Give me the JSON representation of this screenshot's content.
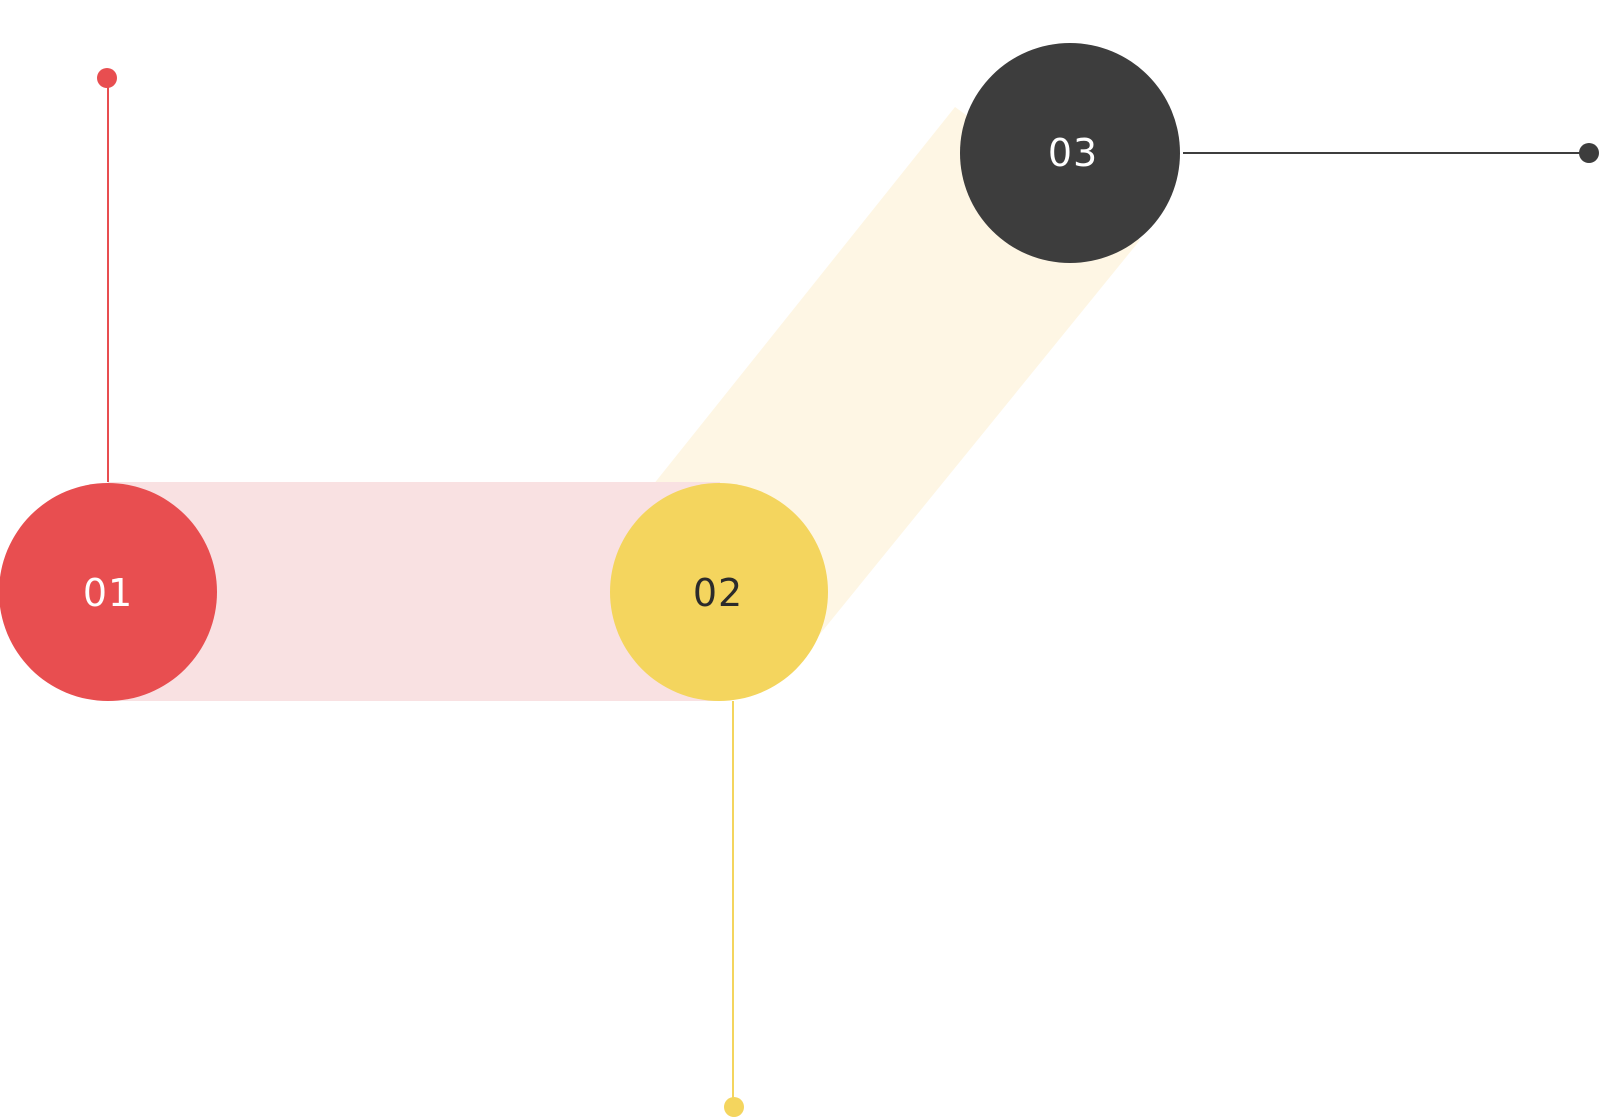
{
  "colors": {
    "background": "#ffffff",
    "step_1": "#e84e50",
    "step_1_band": "#f9e1e2",
    "step_2": "#f4d55e",
    "step_2_band": "#fef6e4",
    "step_3": "#3d3d3d",
    "label_light": "#ffffff",
    "label_dark": "#2b2b2b"
  },
  "steps": [
    {
      "label": "01"
    },
    {
      "label": "02"
    },
    {
      "label": "03"
    }
  ]
}
